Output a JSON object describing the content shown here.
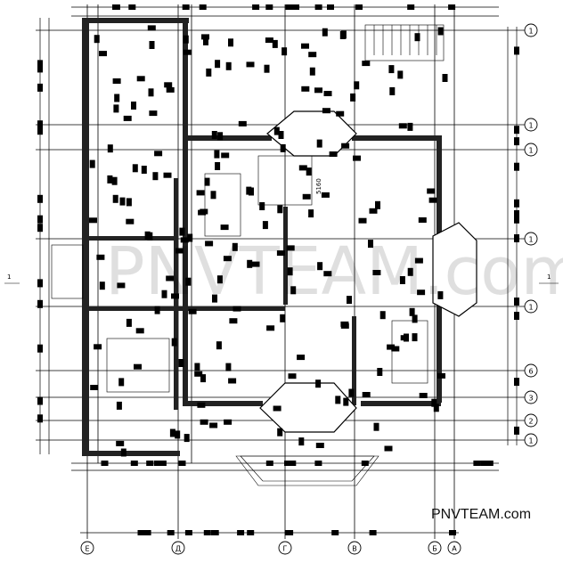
{
  "watermark_text": "PNVTEAM.com",
  "brand_text": "PNVTEAM.com",
  "room_label": "5160",
  "section_marks": {
    "left": "1",
    "right": "1"
  },
  "axes_vertical": [
    {
      "label": "E"
    },
    {
      "label": "Д"
    },
    {
      "label": "Г"
    },
    {
      "label": "В"
    },
    {
      "label": "Б"
    },
    {
      "label": "А"
    }
  ],
  "axes_horizontal": [
    {
      "label": "1"
    },
    {
      "label": "1"
    },
    {
      "label": "1"
    },
    {
      "label": "1"
    },
    {
      "label": "1"
    },
    {
      "label": "6"
    },
    {
      "label": "3"
    },
    {
      "label": "2"
    },
    {
      "label": "1"
    }
  ]
}
